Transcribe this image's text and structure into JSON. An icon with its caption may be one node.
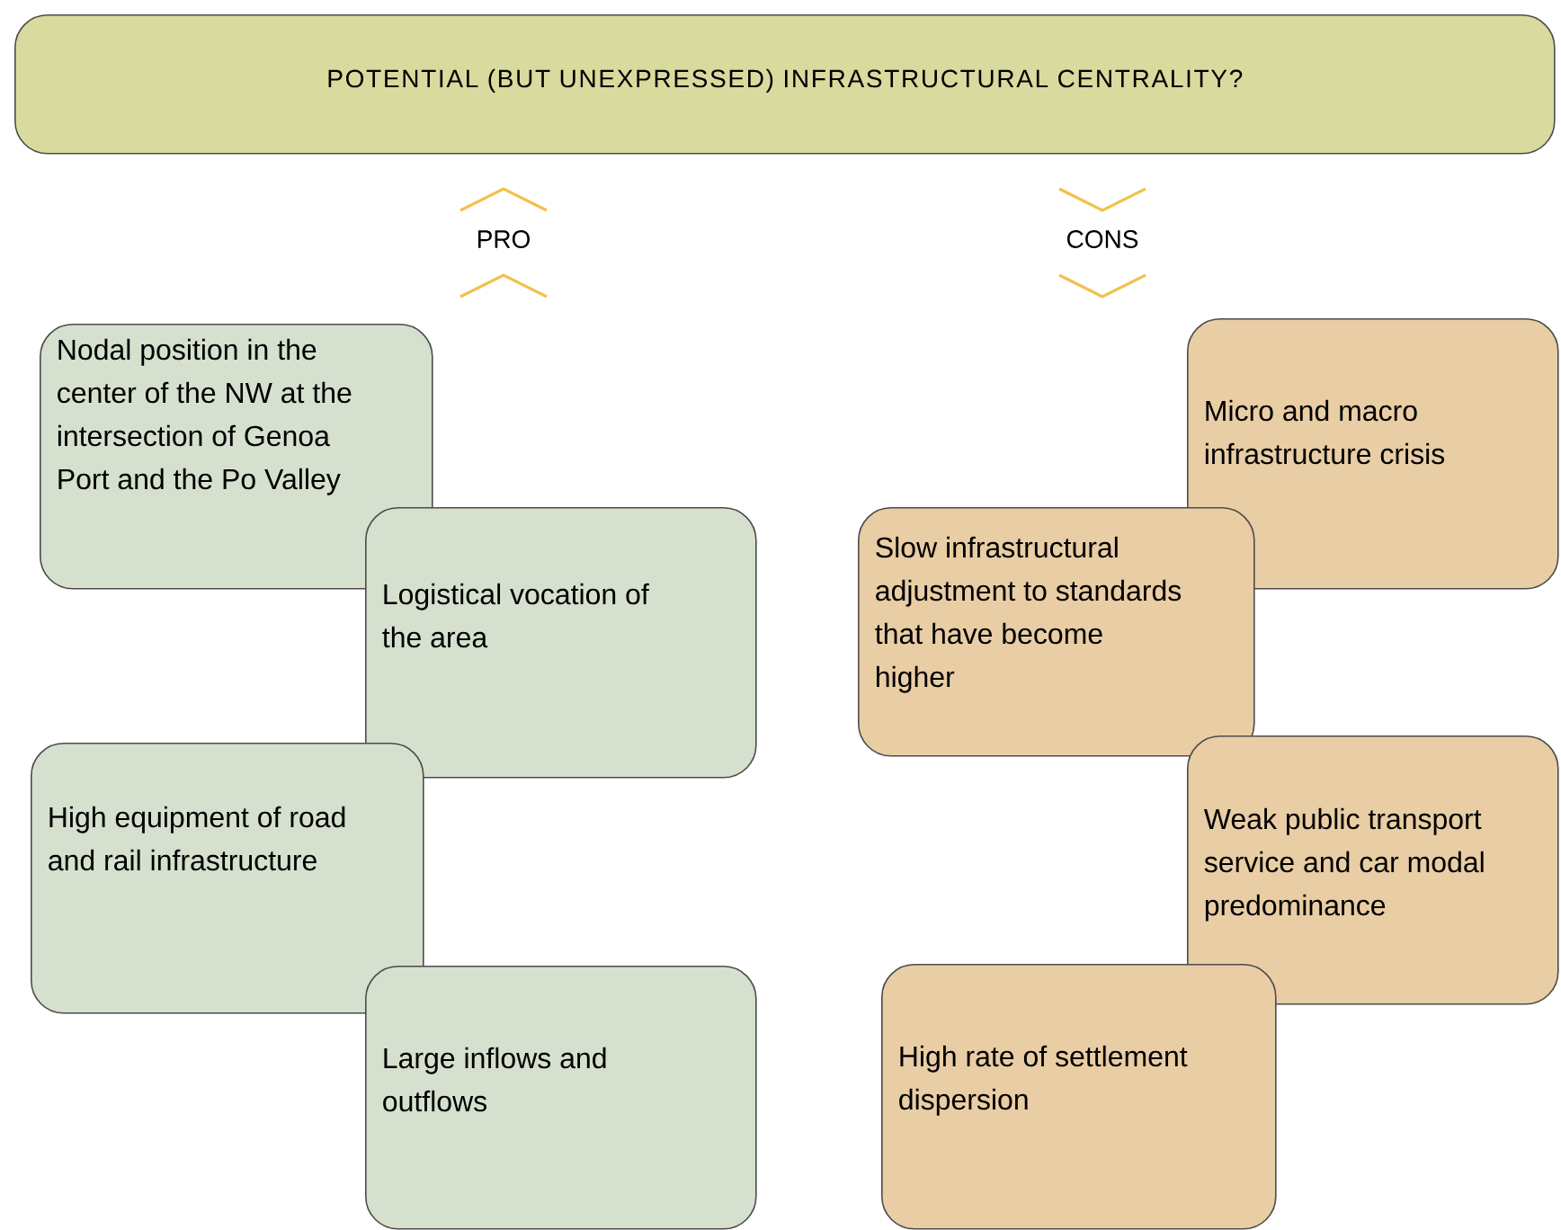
{
  "diagram": {
    "nodes": [
      {
        "text": [
          "POTENTIAL (BUT UNEXPRESSED) INFRASTRUCTURAL CENTRALITY?"
        ]
      },
      {
        "text": [
          "Nodal position in the center of the NW at the intersection of Genoa Port and the Po Valley"
        ]
      },
      {
        "text": [
          "Logistical vocation of the area"
        ]
      },
      {
        "text": [
          "High equipment of road and rail infrastructure"
        ]
      },
      {
        "text": [
          "Large inflows and outflows"
        ]
      },
      {
        "text": [
          "Micro and macro infrastructure crisis"
        ]
      },
      {
        "text": [
          "Slow infrastructural adjustment  to standards that have become higher"
        ]
      },
      {
        "text": [
          "Weak public transport service and car modal predominance"
        ]
      },
      {
        "text": [
          "High rate of settlement dispersion"
        ]
      }
    ],
    "labels": [
      "PRO",
      "CONS"
    ]
  }
}
